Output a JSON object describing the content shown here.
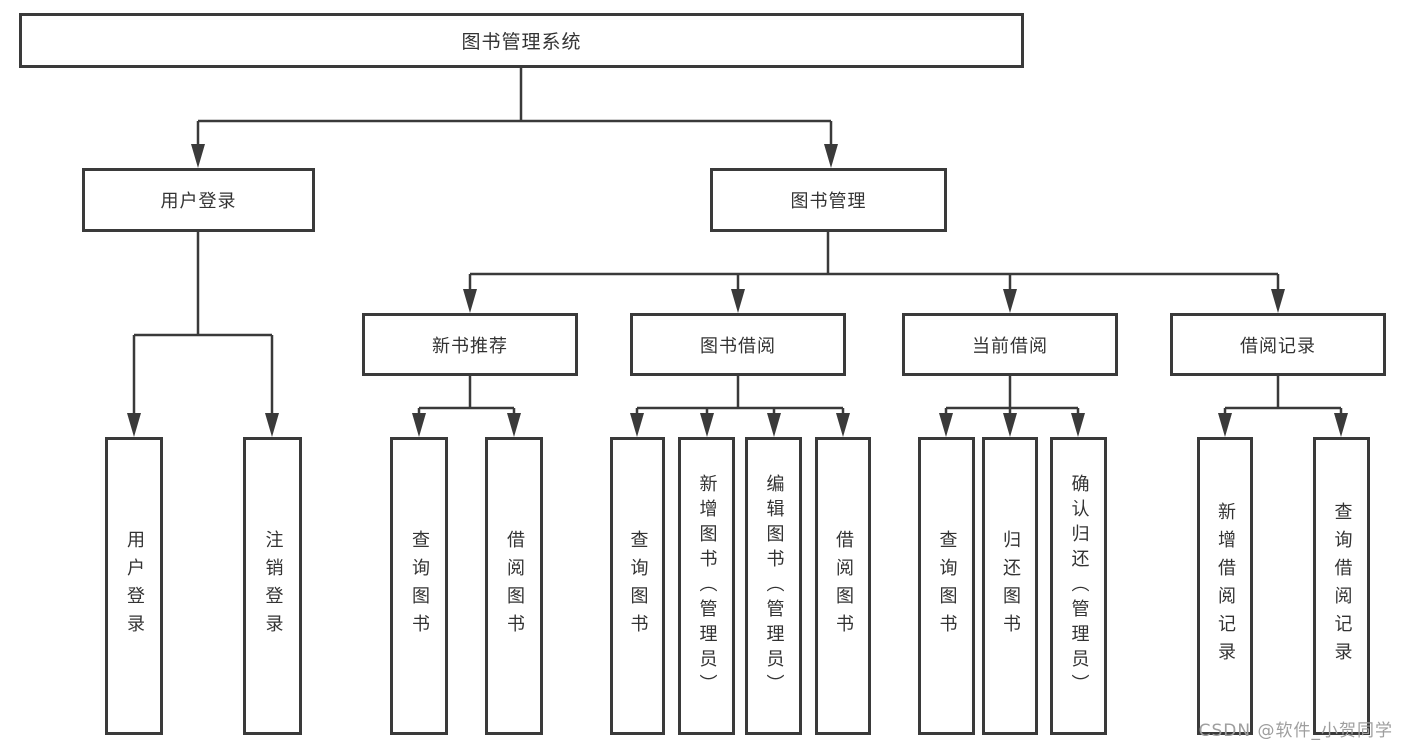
{
  "diagram": {
    "root": {
      "label": "图书管理系统"
    },
    "level2": [
      {
        "label": "用户登录"
      },
      {
        "label": "图书管理"
      }
    ],
    "level3": [
      {
        "label": "新书推荐"
      },
      {
        "label": "图书借阅"
      },
      {
        "label": "当前借阅"
      },
      {
        "label": "借阅记录"
      }
    ],
    "leaves": {
      "user_login": [
        {
          "label": "用户登录"
        },
        {
          "label": "注销登录"
        }
      ],
      "new_book": [
        {
          "label": "查询图书"
        },
        {
          "label": "借阅图书"
        }
      ],
      "book_borrow": [
        {
          "label": "查询图书"
        },
        {
          "label": "新增图书（管理员）"
        },
        {
          "label": "编辑图书（管理员）"
        },
        {
          "label": "借阅图书"
        }
      ],
      "current_borrow": [
        {
          "label": "查询图书"
        },
        {
          "label": "归还图书"
        },
        {
          "label": "确认归还（管理员）"
        }
      ],
      "borrow_record": [
        {
          "label": "新增借阅记录"
        },
        {
          "label": "查询借阅记录"
        }
      ]
    }
  },
  "watermark": {
    "text": "CSDN @软件_小贺同学"
  },
  "colors": {
    "line": "#3a3a3a",
    "box_border": "#3a3a3a",
    "text": "#333333",
    "watermark": "#9e9e9e",
    "background": "#ffffff"
  }
}
